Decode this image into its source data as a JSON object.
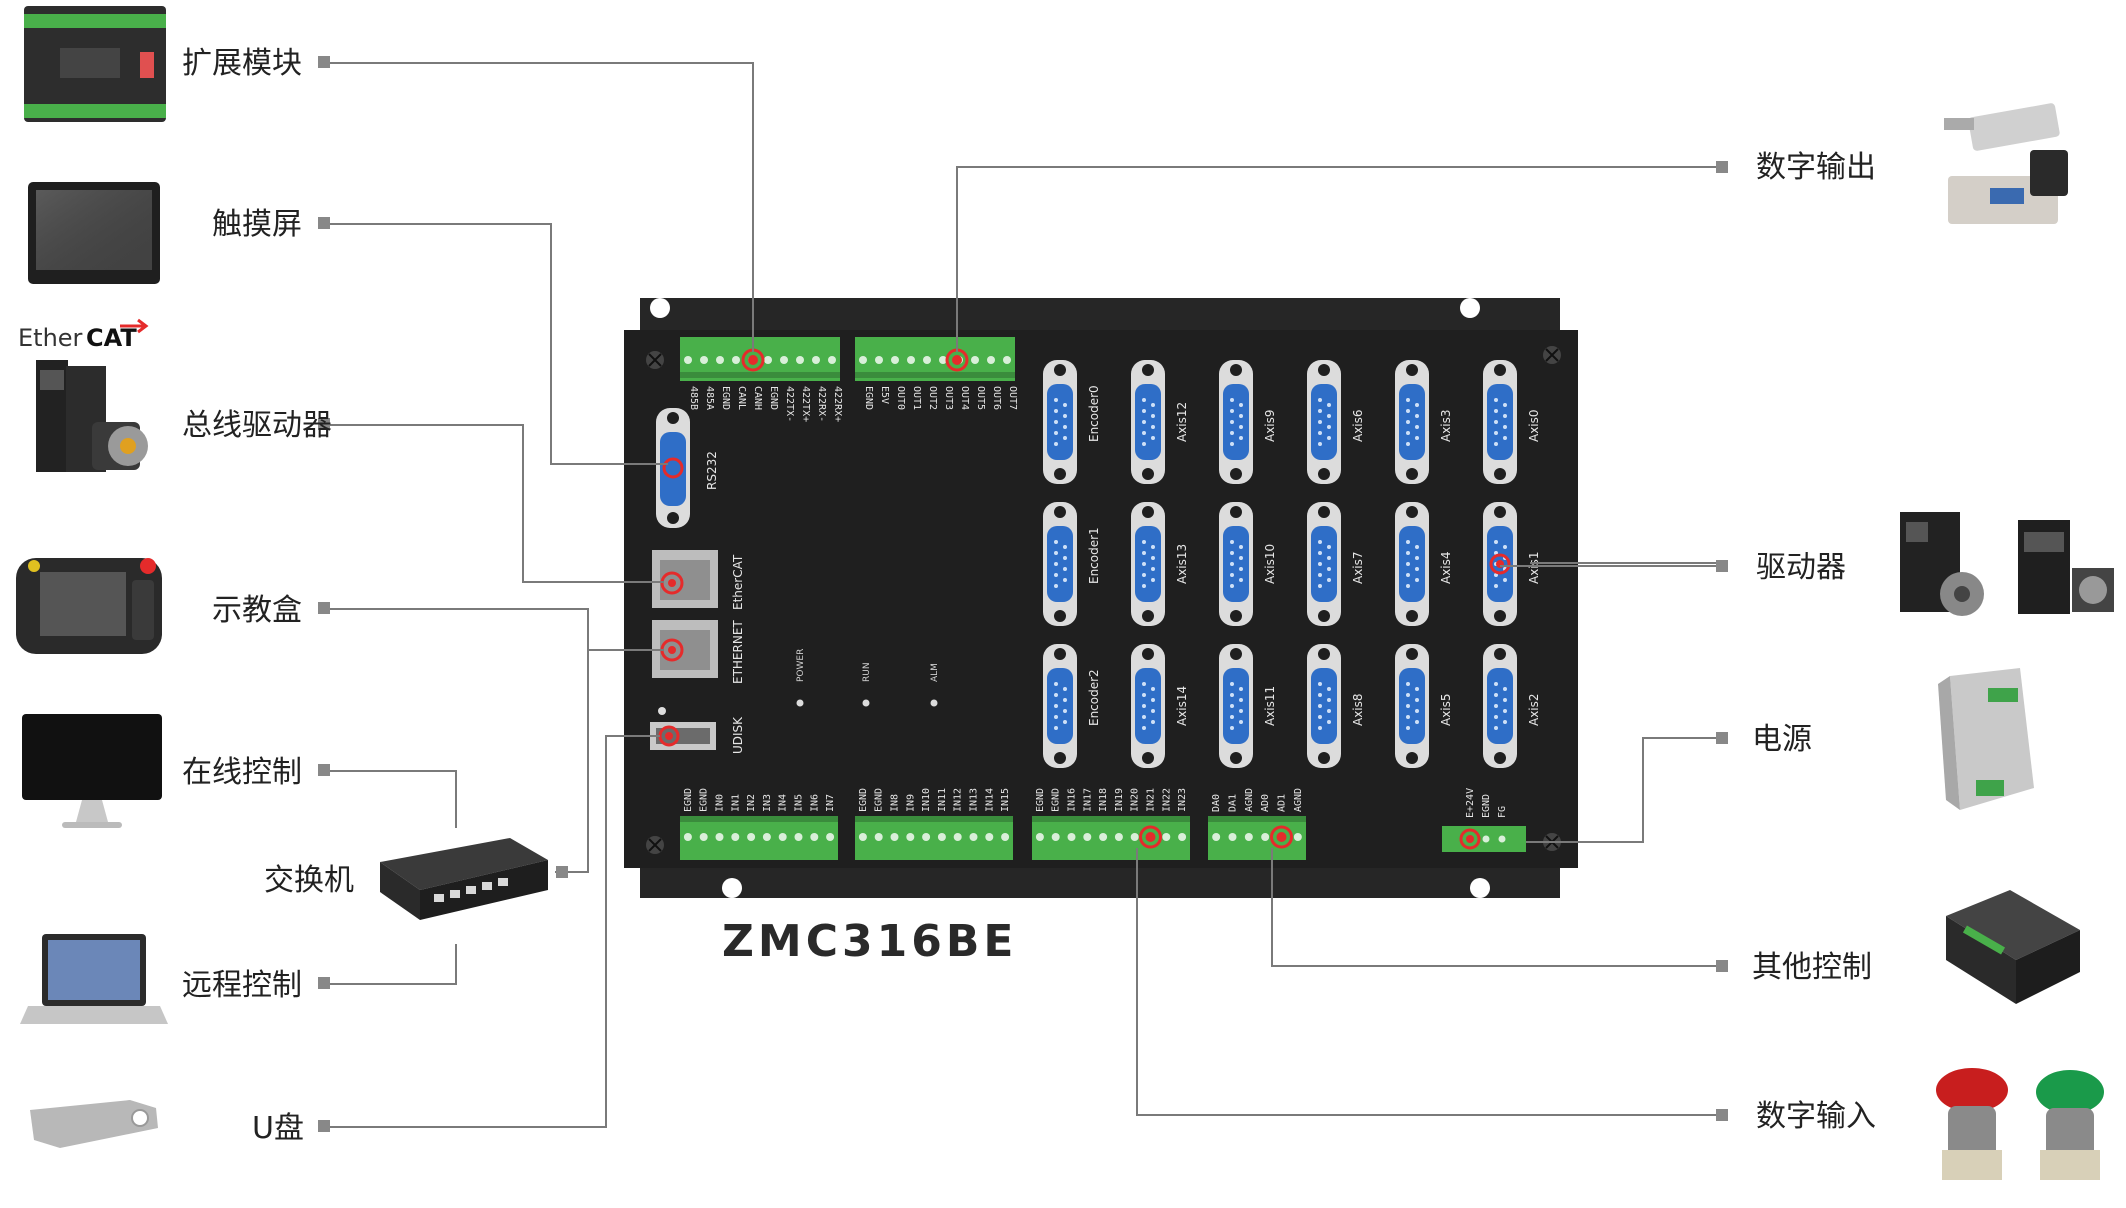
{
  "controller": {
    "model": "ZMC316BE",
    "top_terminal_a": [
      "485B",
      "485A",
      "EGND",
      "CANL",
      "CANH",
      "EGND",
      "422TX-",
      "422TX+",
      "422RX-",
      "422RX+"
    ],
    "top_terminal_b": [
      "EGND",
      "E5V",
      "OUT0",
      "OUT1",
      "OUT2",
      "OUT3",
      "OUT4",
      "OUT5",
      "OUT6",
      "OUT7"
    ],
    "ports": {
      "rs232": "RS232",
      "ethercat": "EtherCAT",
      "ethernet": "ETHERNET",
      "udisk": "UDISK"
    },
    "leds": [
      "POWER",
      "RUN",
      "ALM"
    ],
    "axes_rows": [
      [
        "Encoder0",
        "Axis12",
        "Axis9",
        "Axis6",
        "Axis3",
        "Axis0"
      ],
      [
        "Encoder1",
        "Axis13",
        "Axis10",
        "Axis7",
        "Axis4",
        "Axis1"
      ],
      [
        "Encoder2",
        "Axis14",
        "Axis11",
        "Axis8",
        "Axis5",
        "Axis2"
      ]
    ],
    "bottom_terminals": [
      [
        "EGND",
        "EGND",
        "IN0",
        "IN1",
        "IN2",
        "IN3",
        "IN4",
        "IN5",
        "IN6",
        "IN7"
      ],
      [
        "EGND",
        "EGND",
        "IN8",
        "IN9",
        "IN10",
        "IN11",
        "IN12",
        "IN13",
        "IN14",
        "IN15"
      ],
      [
        "EGND",
        "EGND",
        "IN16",
        "IN17",
        "IN18",
        "IN19",
        "IN20",
        "IN21",
        "IN22",
        "IN23"
      ],
      [
        "DA0",
        "DA1",
        "AGND",
        "AD0",
        "AD1",
        "AGND"
      ]
    ],
    "power_terminal": [
      "E+24V",
      "EGND",
      "FG"
    ]
  },
  "left_devices": {
    "expansion": "扩展模块",
    "touchscreen": "触摸屏",
    "ethercat_logo_a": "Ether",
    "ethercat_logo_b": "CAT",
    "bus_driver": "总线驱动器",
    "teach_pendant": "示教盒",
    "online_control": "在线控制",
    "switch": "交换机",
    "remote_control": "远程控制",
    "udisk": "U盘"
  },
  "right_devices": {
    "digital_output": "数字输出",
    "driver": "驱动器",
    "power": "电源",
    "other_control": "其他控制",
    "digital_input": "数字输入"
  },
  "colors": {
    "board": "#262626",
    "terminal": "#49b04a",
    "connector": "#2f6ec7",
    "marker": "#e52b2b",
    "line": "#7a7a7a"
  }
}
